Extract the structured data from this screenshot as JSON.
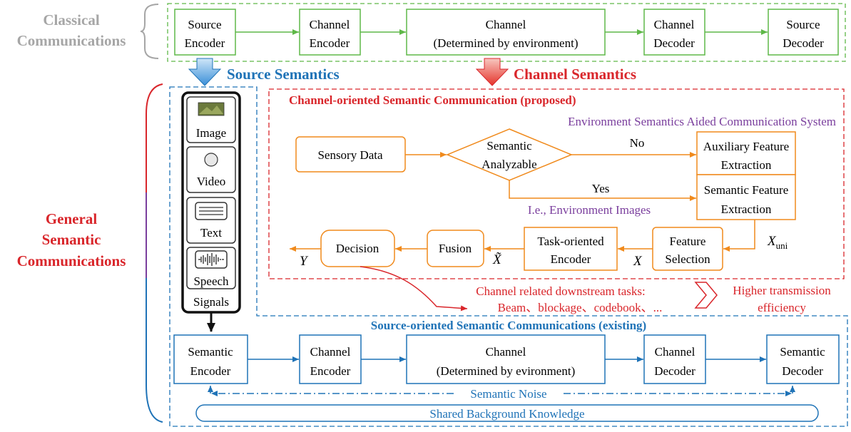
{
  "classical": {
    "label_line1": "Classical",
    "label_line2": "Communications",
    "blocks": [
      {
        "line1": "Source",
        "line2": "Encoder"
      },
      {
        "line1": "Channel",
        "line2": "Encoder"
      },
      {
        "line1": "Channel",
        "line2": "(Determined by environment)"
      },
      {
        "line1": "Channel",
        "line2": "Decoder"
      },
      {
        "line1": "Source",
        "line2": "Decoder"
      }
    ]
  },
  "source_semantics": "Source Semantics",
  "channel_semantics": "Channel Semantics",
  "general": {
    "line1": "General",
    "line2": "Semantic",
    "line3": "Communications"
  },
  "modalities": {
    "image": "Image",
    "video": "Video",
    "text": "Text",
    "speech": "Speech",
    "signals": "Signals"
  },
  "proposed": {
    "title": "Channel-oriented Semantic Communication (proposed)",
    "subtitle": "Environment Semantics Aided Communication System",
    "sensory_data": "Sensory Data",
    "decision_line1": "Semantic",
    "decision_line2": "Analyzable",
    "no": "No",
    "yes": "Yes",
    "env_images": "I.e., Environment Images",
    "aux_line1": "Auxiliary Feature",
    "aux_line2": "Extraction",
    "sem_line1": "Semantic Feature",
    "sem_line2": "Extraction",
    "feat_line1": "Feature",
    "feat_line2": "Selection",
    "task_line1": "Task-oriented",
    "task_line2": "Encoder",
    "fusion": "Fusion",
    "decision": "Decision",
    "x_uni": "X",
    "x_uni_sub": "uni",
    "x": "X",
    "x_tilde": "X̃",
    "y": "Y",
    "downstream_line1": "Channel related downstream tasks:",
    "downstream_line2": "Beam、blockage、codebook、...",
    "higher_line1": "Higher transmission",
    "higher_line2": "efficiency"
  },
  "existing": {
    "title": "Source-oriented Semantic Communications (existing)",
    "blocks": [
      {
        "line1": "Semantic",
        "line2": "Encoder"
      },
      {
        "line1": "Channel",
        "line2": "Encoder"
      },
      {
        "line1": "Channel",
        "line2": "(Determined by evironment)"
      },
      {
        "line1": "Channel",
        "line2": "Decoder"
      },
      {
        "line1": "Semantic",
        "line2": "Decoder"
      }
    ],
    "noise": "Semantic Noise",
    "knowledge": "Shared Background Knowledge"
  },
  "colors": {
    "green": "#5fb848",
    "gray": "#a6a6a6",
    "blue": "#1f73b7",
    "red": "#d9262b",
    "orange": "#f08a1c",
    "purple": "#7a3e9d"
  }
}
